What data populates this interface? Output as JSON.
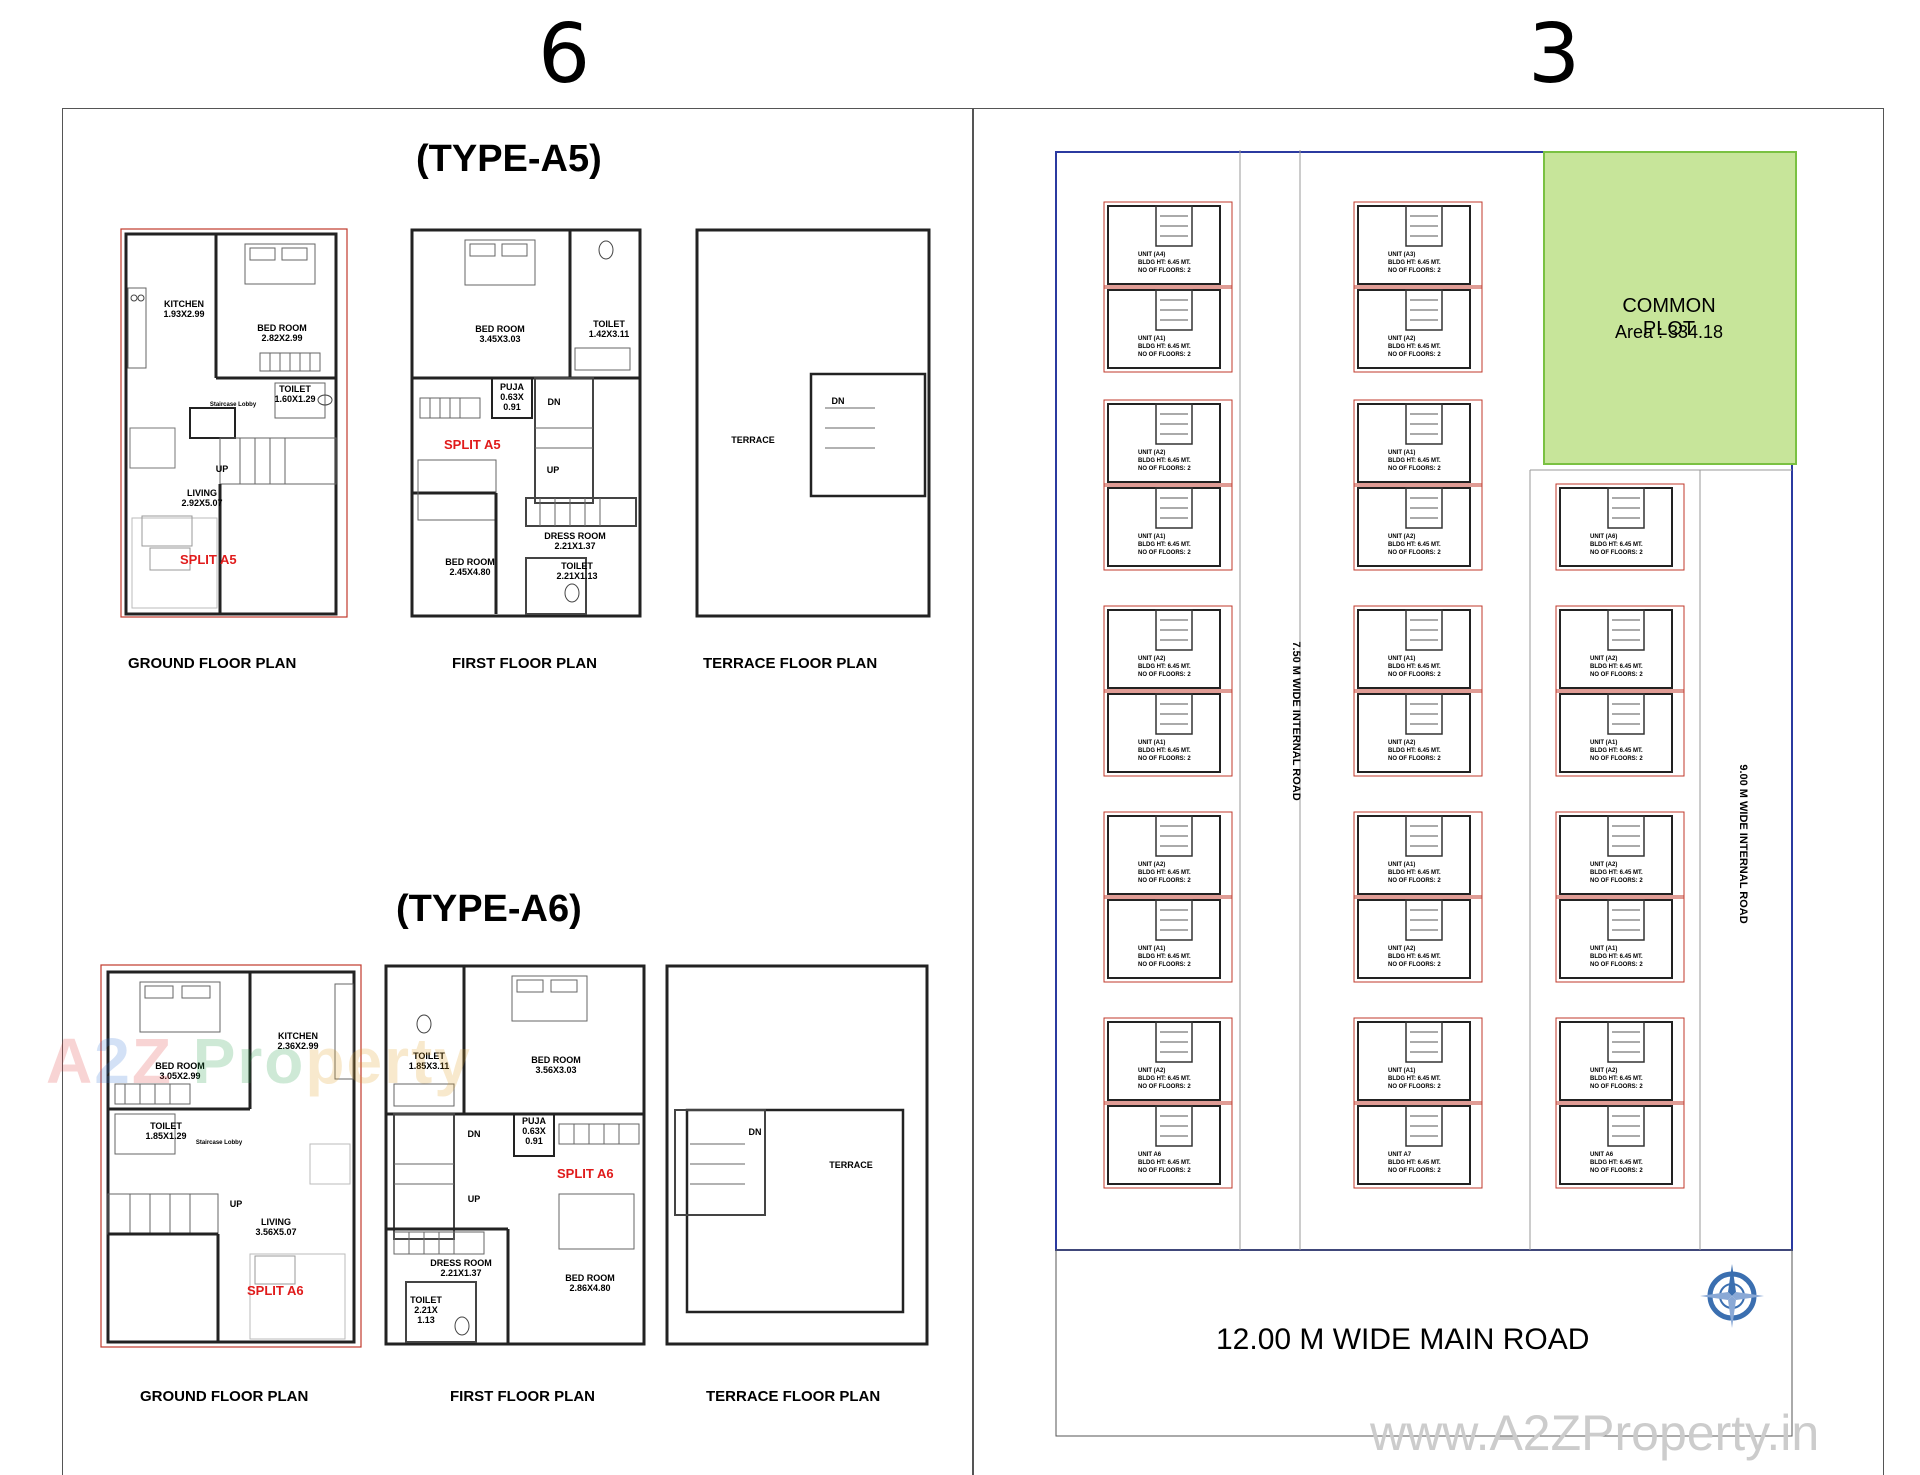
{
  "header": {
    "left_number": "6",
    "right_number": "3"
  },
  "type_a5": {
    "title": "(TYPE-A5)",
    "captions": [
      "GROUND FLOOR PLAN",
      "FIRST FLOOR PLAN",
      "TERRACE FLOOR PLAN"
    ],
    "ground": {
      "kitchen": "KITCHEN\n1.93X2.99",
      "bed": "BED ROOM\n2.82X2.99",
      "toilet": "TOILET\n1.60X1.29",
      "lobby": "Staircase Lobby",
      "up": "UP",
      "living": "LIVING\n2.92X5.07",
      "split": "SPLIT A5"
    },
    "first": {
      "bed1": "BED ROOM\n3.45X3.03",
      "toilet1": "TOILET\n1.42X3.11",
      "puja": "PUJA\n0.63X\n0.91",
      "dn": "DN",
      "up": "UP",
      "split": "SPLIT A5",
      "dress": "DRESS ROOM\n2.21X1.37",
      "toilet2": "TOILET\n2.21X1.13",
      "bed2": "BED ROOM\n2.45X4.80"
    },
    "terrace": {
      "label": "TERRACE",
      "dn": "DN"
    }
  },
  "type_a6": {
    "title": "(TYPE-A6)",
    "captions": [
      "GROUND FLOOR PLAN",
      "FIRST FLOOR PLAN",
      "TERRACE FLOOR PLAN"
    ],
    "ground": {
      "bed": "BED ROOM\n3.05X2.99",
      "kitchen": "KITCHEN\n2.36X2.99",
      "toilet": "TOILET\n1.85X1.29",
      "lobby": "Staircase Lobby",
      "up": "UP",
      "living": "LIVING\n3.56X5.07",
      "split": "SPLIT A6"
    },
    "first": {
      "toilet1": "TOILET\n1.85X3.11",
      "bed1": "BED ROOM\n3.56X3.03",
      "dn": "DN",
      "puja": "PUJA\n0.63X\n0.91",
      "up": "UP",
      "split": "SPLIT A6",
      "dress": "DRESS ROOM\n2.21X1.37",
      "bed2": "BED ROOM\n2.86X4.80",
      "toilet2": "TOILET\n2.21X\n1.13"
    },
    "terrace": {
      "dn": "DN",
      "label": "TERRACE"
    }
  },
  "site": {
    "common_plot": "COMMON PLOT",
    "common_area": "Area : 334.18",
    "road_internal_left": "7.50 M WIDE INTERNAL ROAD",
    "road_internal_right": "9.00 M WIDE INTERNAL ROAD",
    "main_road": "12.00 M WIDE MAIN ROAD",
    "bldg_ht": "BLDG HT: 6.45 MT.",
    "floors": "NO OF FLOORS: 2",
    "units": [
      {
        "col": 0,
        "row": 0,
        "unit": "UNIT (A4)"
      },
      {
        "col": 0,
        "row": 1,
        "unit": "UNIT (A1)"
      },
      {
        "col": 0,
        "row": 2,
        "unit": "UNIT (A2)"
      },
      {
        "col": 0,
        "row": 3,
        "unit": "UNIT (A1)"
      },
      {
        "col": 0,
        "row": 4,
        "unit": "UNIT (A2)"
      },
      {
        "col": 0,
        "row": 5,
        "unit": "UNIT (A1)"
      },
      {
        "col": 0,
        "row": 6,
        "unit": "UNIT (A2)"
      },
      {
        "col": 0,
        "row": 7,
        "unit": "UNIT (A1)"
      },
      {
        "col": 0,
        "row": 8,
        "unit": "UNIT (A2)"
      },
      {
        "col": 0,
        "row": 9,
        "unit": "UNIT A6"
      },
      {
        "col": 1,
        "row": 0,
        "unit": "UNIT (A3)"
      },
      {
        "col": 1,
        "row": 1,
        "unit": "UNIT (A2)"
      },
      {
        "col": 1,
        "row": 2,
        "unit": "UNIT (A1)"
      },
      {
        "col": 1,
        "row": 3,
        "unit": "UNIT (A2)"
      },
      {
        "col": 1,
        "row": 4,
        "unit": "UNIT (A1)"
      },
      {
        "col": 1,
        "row": 5,
        "unit": "UNIT (A2)"
      },
      {
        "col": 1,
        "row": 6,
        "unit": "UNIT (A1)"
      },
      {
        "col": 1,
        "row": 7,
        "unit": "UNIT (A2)"
      },
      {
        "col": 1,
        "row": 8,
        "unit": "UNIT (A1)"
      },
      {
        "col": 1,
        "row": 9,
        "unit": "UNIT A7"
      },
      {
        "col": 2,
        "row": 3,
        "unit": "UNIT (A6)"
      },
      {
        "col": 2,
        "row": 4,
        "unit": "UNIT (A2)"
      },
      {
        "col": 2,
        "row": 5,
        "unit": "UNIT (A1)"
      },
      {
        "col": 2,
        "row": 6,
        "unit": "UNIT (A2)"
      },
      {
        "col": 2,
        "row": 7,
        "unit": "UNIT (A1)"
      },
      {
        "col": 2,
        "row": 8,
        "unit": "UNIT (A2)"
      },
      {
        "col": 2,
        "row": 9,
        "unit": "UNIT A6"
      }
    ]
  },
  "watermark": {
    "logo": "A2Z Property",
    "url": "www.A2ZProperty.in"
  }
}
